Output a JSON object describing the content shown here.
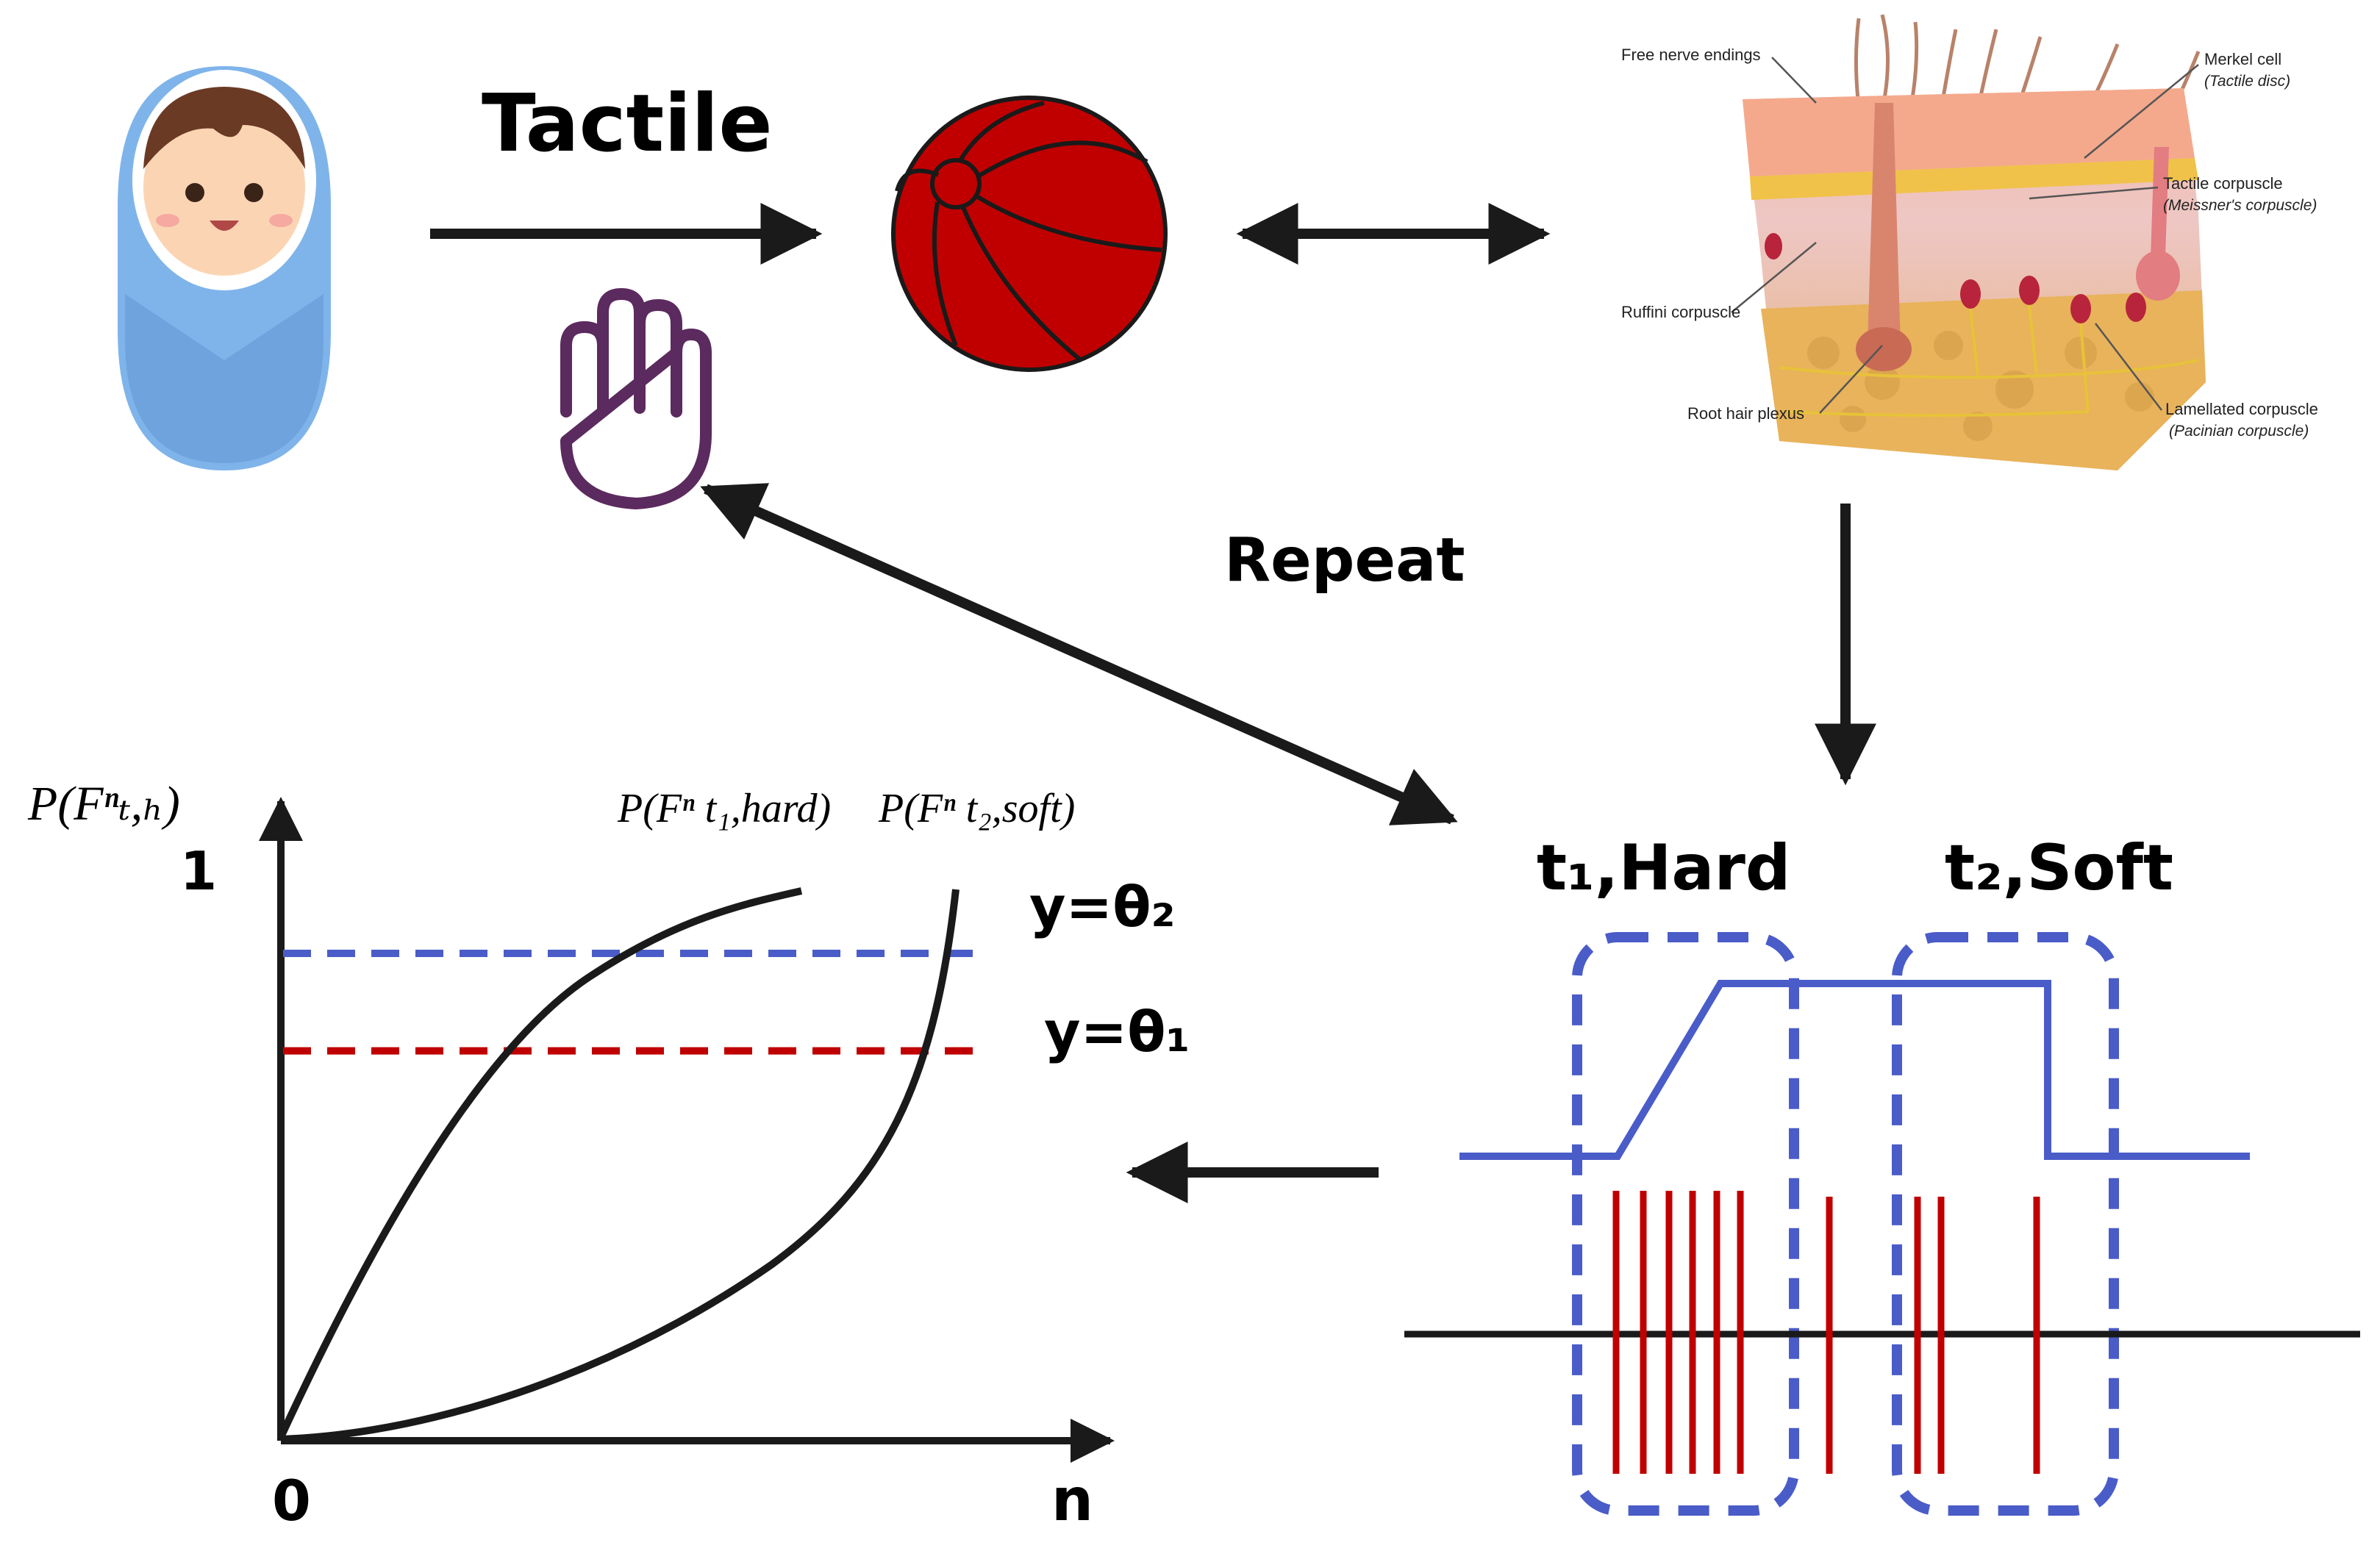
{
  "labels": {
    "tactile": "Tactile",
    "repeat": "Repeat",
    "t1_hard": "t₁,Hard",
    "t2_soft": "t₂,Soft",
    "y_theta2": "y=θ₂",
    "y_theta1": "y=θ₁"
  },
  "skin": {
    "free_nerve_endings": "Free nerve endings",
    "merkel_cell": "Merkel cell",
    "tactile_disc": "(Tactile disc)",
    "tactile_corpuscle": "Tactile corpuscle",
    "meissner": "(Meissner's corpuscle)",
    "ruffini": "Ruffini corpuscle",
    "root_hair": "Root hair plexus",
    "lamellated": "Lamellated corpuscle",
    "pacinian": "(Pacinian corpuscle)"
  },
  "plot": {
    "y_axis_label": "P(Fⁿₜ,ₕ)",
    "curve_hard_label": "P(Fⁿ t₁,hard)",
    "curve_soft_label": "P(Fⁿ t₂,soft)",
    "y_tick": "1",
    "origin": "0",
    "x_axis_label": "n",
    "theta2_level": 0.85,
    "theta1_level": 0.68
  },
  "colors": {
    "black": "#1a1a1a",
    "blue": "#4a5cc8",
    "red": "#c00000",
    "ball": "#c00000",
    "hand": "#5b2a5e",
    "baby_blanket": "#7fb4ea"
  },
  "icons": [
    "baby-icon",
    "ball-icon",
    "hand-icon",
    "skin-illustration"
  ]
}
